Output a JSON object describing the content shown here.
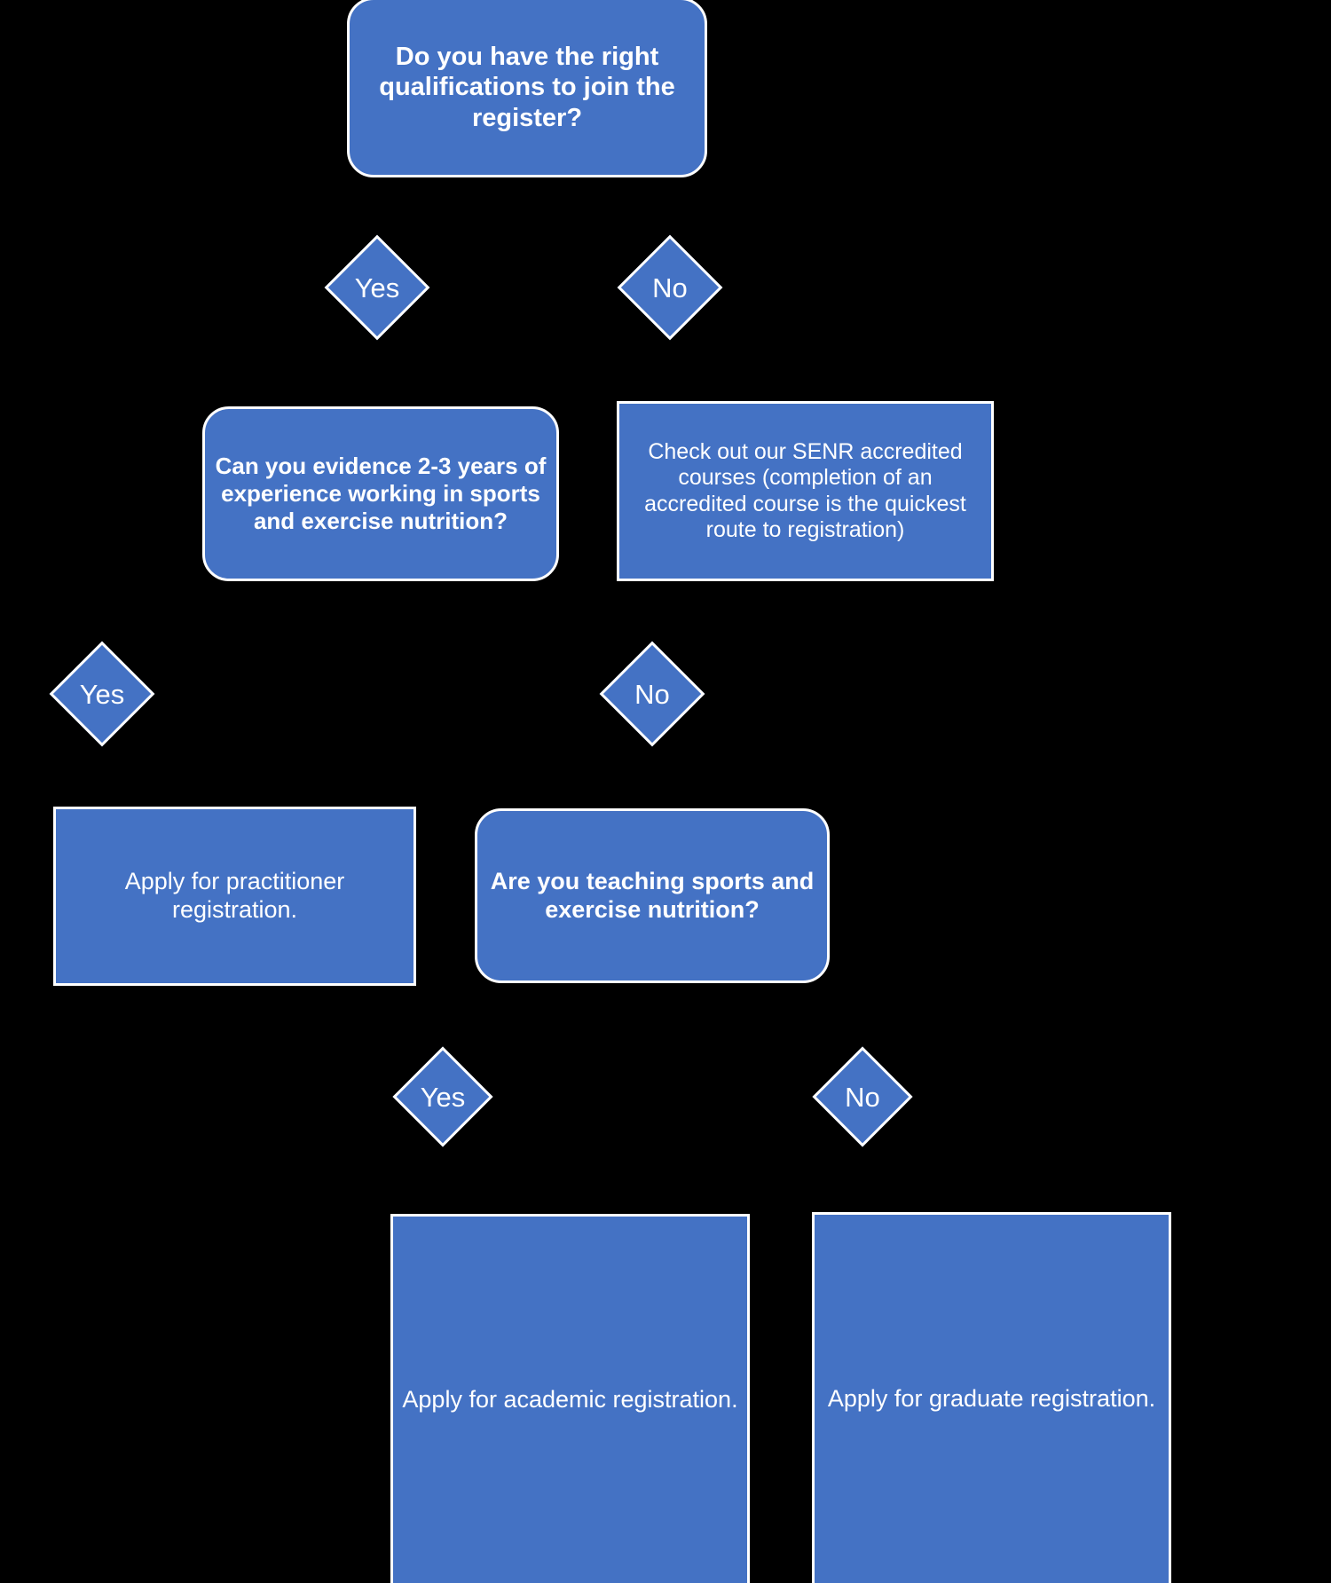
{
  "diagram": {
    "title": "SENR registration route decision flowchart",
    "type": "flowchart",
    "background_color": "#000000",
    "node_fill_color": "#4472C4",
    "node_border_color": "#FFFFFF",
    "text_color": "#FFFFFF"
  },
  "nodes": {
    "start_question": {
      "label": "Do you have the right qualifications to join the register?",
      "shape": "rounded-rectangle",
      "bold": true
    },
    "q1_yes": {
      "label": "Yes",
      "shape": "diamond",
      "bold": false
    },
    "q1_no": {
      "label": "No",
      "shape": "diamond",
      "bold": false
    },
    "experience_question": {
      "label": "Can you evidence 2-3 years of experience working in sports and exercise nutrition?",
      "shape": "rounded-rectangle",
      "bold": true
    },
    "senr_courses": {
      "label": "Check out our SENR accredited courses (completion of an accredited course is the quickest route to registration)",
      "shape": "rectangle",
      "bold": false
    },
    "q2_yes": {
      "label": "Yes",
      "shape": "diamond",
      "bold": false
    },
    "q2_no": {
      "label": "No",
      "shape": "diamond",
      "bold": false
    },
    "practitioner_registration": {
      "label": "Apply for practitioner registration.",
      "shape": "rectangle",
      "bold": false
    },
    "teaching_question": {
      "label": "Are you teaching sports and exercise nutrition?",
      "shape": "rounded-rectangle",
      "bold": true
    },
    "q3_yes": {
      "label": "Yes",
      "shape": "diamond",
      "bold": false
    },
    "q3_no": {
      "label": "No",
      "shape": "diamond",
      "bold": false
    },
    "academic_registration": {
      "label": "Apply for academic registration.",
      "shape": "rectangle",
      "bold": false
    },
    "graduate_registration": {
      "label": "Apply for graduate registration.",
      "shape": "rectangle",
      "bold": false
    }
  }
}
